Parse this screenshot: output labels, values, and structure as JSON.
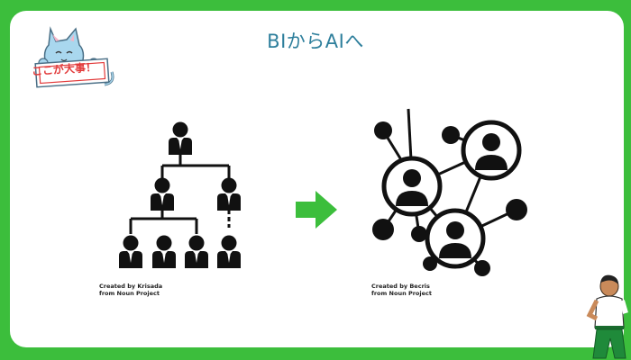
{
  "slide": {
    "title": "BIからAIへ",
    "badge_text": "ここが大事！",
    "left_credit": {
      "line1": "Created by Krisada",
      "line2": "from Noun Project"
    },
    "right_credit": {
      "line1": "Created by Becris",
      "line2": "from Noun Project"
    }
  },
  "colors": {
    "background": "#3cbe3c",
    "title": "#2e7f9c",
    "arrow": "#3cbe3c",
    "badge_text": "#e23a3a"
  },
  "icons": {
    "hierarchy": "org-chart-icon",
    "network": "network-people-icon",
    "arrow": "right-arrow-icon",
    "mascot": "cat-mascot-icon",
    "presenter": "presenter-icon"
  }
}
